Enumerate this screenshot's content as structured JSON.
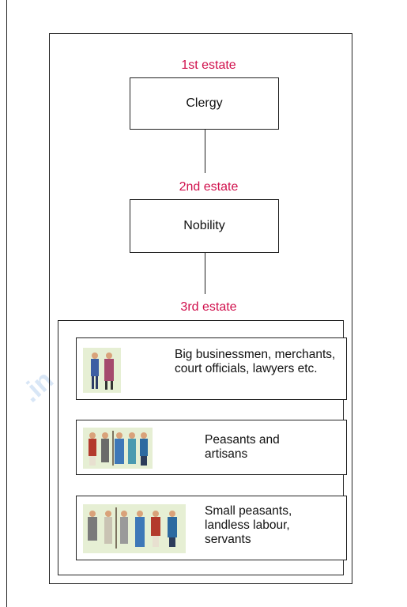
{
  "estates": [
    {
      "label": "1st estate",
      "box": "Clergy"
    },
    {
      "label": "2nd estate",
      "box": "Nobility"
    },
    {
      "label": "3rd estate"
    }
  ],
  "third_estate_groups": [
    {
      "text": "Big businessmen, merchants, court officials, lawyers etc.",
      "icon": "two-figures-illustration"
    },
    {
      "text": "Peasants and artisans",
      "icon": "group-of-five-figures-illustration"
    },
    {
      "text": "Small peasants, landless labour, servants",
      "icon": "group-of-six-figures-illustration"
    }
  ],
  "watermark": ".in"
}
